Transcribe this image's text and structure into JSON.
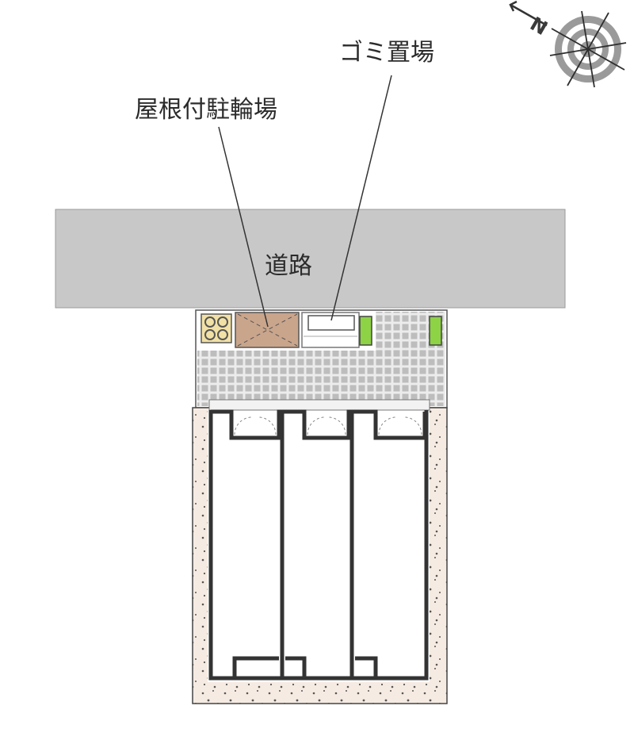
{
  "compass": {
    "north_label": "N",
    "icon": "compass-rose-icon"
  },
  "labels": {
    "road": "道路",
    "covered_bicycle_parking": "屋根付駐輪場",
    "garbage_area": "ゴミ置場"
  },
  "colors": {
    "road": "#c8c8c8",
    "bike_parking": "#c9a58c",
    "paving": "#d6d6d6",
    "planter": "#8ed246",
    "gravel": "#f6ebe2",
    "wall": "#3c3c3c"
  }
}
